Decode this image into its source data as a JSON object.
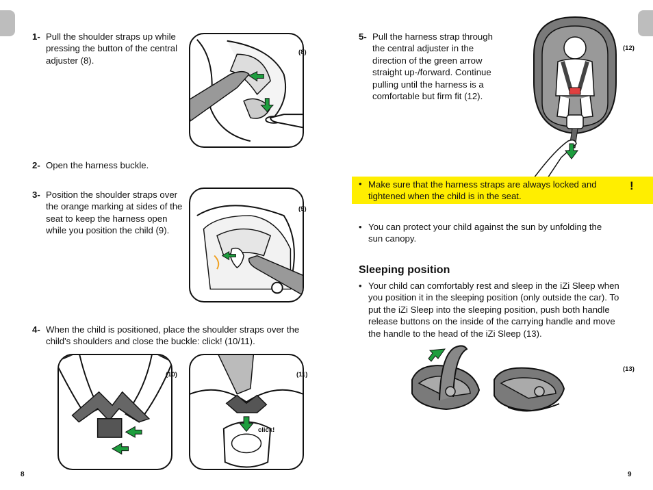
{
  "left_page": {
    "page_number": "8",
    "steps": [
      {
        "number": "1-",
        "text": "Pull the shoulder straps up while pressing the button of the central adjuster (8)."
      },
      {
        "number": "2-",
        "text": "Open the harness buckle."
      },
      {
        "number": "3-",
        "text": "Position the shoulder straps over the orange marking at sides of the seat to keep the harness open while you position the child (9)."
      },
      {
        "number": "4-",
        "text": "When the child is positioned, place the shoulder straps over the child's shoulders and close the buckle: click! (10/11)."
      }
    ],
    "figures": {
      "fig8": "(8)",
      "fig9": "(9)",
      "fig10": "(10)",
      "fig11": "(11)",
      "click": "click!"
    }
  },
  "right_page": {
    "page_number": "9",
    "step5": {
      "number": "5-",
      "text": "Pull the harness strap through the central adjuster in the direction of the green arrow straight up-/forward. Continue pulling until the harness is a comfortable but firm fit (12)."
    },
    "fig12": "(12)",
    "warning": {
      "bullet": "•",
      "text": "Make sure that the harness straps are always locked and tightened when the child is in the seat.",
      "icon": "!"
    },
    "sun_bullet": "You can protect your child against the sun by unfolding the sun canopy.",
    "sleeping": {
      "heading": "Sleeping position",
      "text": "Your child can comfortably rest and sleep in the iZi Sleep when you position it in the sleeping position (only outside the car). To put the iZi Sleep into the sleeping position, push both handle release buttons on the inside of the carrying handle and move the handle to the head of the iZi Sleep (13)."
    },
    "fig13": "(13)"
  },
  "colors": {
    "arrow_green": "#1e9e3e",
    "warning_yellow": "#ffee00",
    "seat_gray": "#7a7a7a",
    "tab_gray": "#bdbdbd",
    "orange_marking": "#f0a020"
  }
}
